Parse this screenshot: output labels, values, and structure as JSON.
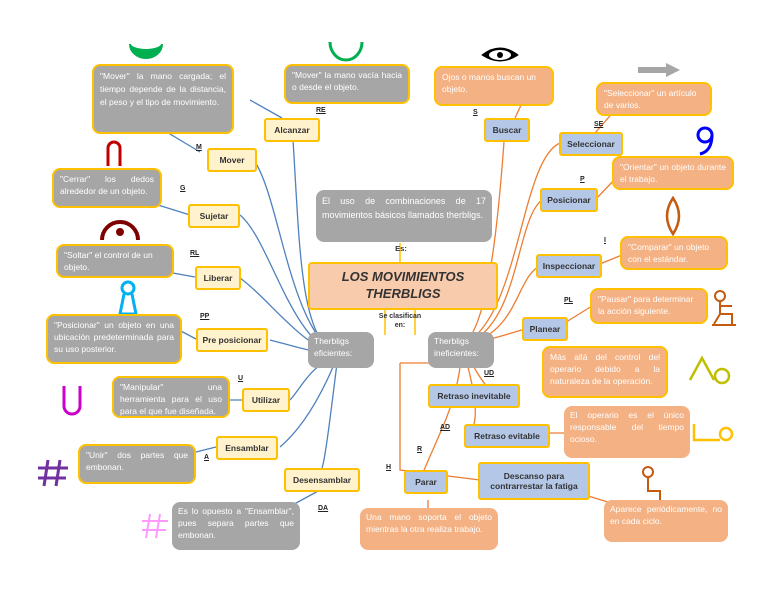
{
  "title": "LOS MOVIMIENTOS THERBLIGS",
  "intro": "El uso de combinaciones de 17 movimientos básicos llamados therbligs.",
  "es_label": "Es:",
  "se_clasifican": "Se clasifican en:",
  "groups": {
    "eficientes": "Therbligs eficientes:",
    "ineficientes": "Therbligs ineficientes:"
  },
  "left": [
    {
      "name": "Alcanzar",
      "code": "RE",
      "desc": "\"Mover\" la mano vacía hacia o desde el objeto.",
      "symbol": "arc-green-icon"
    },
    {
      "name": "Mover",
      "code": "M",
      "desc": "\"Mover\" la mano cargada; el tiempo depende de la distancia, el peso y el tipo de movimiento.",
      "symbol": "cup-green-icon"
    },
    {
      "name": "Sujetar",
      "code": "G",
      "desc": "\"Cerrar\" los dedos alrededor de un objeto.",
      "symbol": "arch-red-icon"
    },
    {
      "name": "Liberar",
      "code": "RL",
      "desc": "\"Soltar\" el control de un objeto.",
      "symbol": "release-dark-icon"
    },
    {
      "name": "Pre posicionar",
      "code": "PP",
      "desc": "\"Posicionar\" un objeto en una ubicación predeterminada para su uso posterior.",
      "symbol": "bowling-pin-icon"
    },
    {
      "name": "Utilizar",
      "code": "U",
      "desc": "\"Manipular\" una herramienta para el uso para el que fue diseñada.",
      "symbol": "u-magenta-icon"
    },
    {
      "name": "Ensamblar",
      "code": "A",
      "desc": "\"Unir\" dos partes que embonan.",
      "symbol": "hash-purple-icon"
    },
    {
      "name": "Desensamblar",
      "code": "DA",
      "desc": "Es lo opuesto a \"Ensamblar\", pues separa partes que embonan.",
      "symbol": "hash-pink-icon"
    }
  ],
  "right": [
    {
      "name": "Buscar",
      "code": "S",
      "desc": "Ojos o manos buscan un objeto.",
      "symbol": "eye-icon"
    },
    {
      "name": "Seleccionar",
      "code": "SE",
      "desc": "\"Seleccionar\" un artículo de varios.",
      "symbol": "arrow-gray-icon"
    },
    {
      "name": "Posicionar",
      "code": "P",
      "desc": "\"Orientar\" un objeto durante el trabajo.",
      "symbol": "nine-blue-icon"
    },
    {
      "name": "Inspeccionar",
      "code": "I",
      "desc": "\"Comparar\" un objeto con el estándar.",
      "symbol": "lens-orange-icon"
    },
    {
      "name": "Planear",
      "code": "PL",
      "desc": "\"Pausar\" para determinar la acción siguiente.",
      "symbol": "thinker-icon"
    },
    {
      "name": "Retraso inevitable",
      "code": "UD",
      "desc": "Más allá del control del operario debido a la naturaleza de la operación.",
      "symbol": "fallen-man-icon"
    },
    {
      "name": "Retraso evitable",
      "code": "AD",
      "desc": "El operario es el único responsable del tiempo ocioso.",
      "symbol": "lying-man-icon"
    },
    {
      "name": "Descanso para contrarrestar la fatiga",
      "code": "R",
      "desc": "Aparece periódicamente, no en cada ciclo.",
      "symbol": "sitting-man-icon"
    },
    {
      "name": "Parar",
      "code": "H",
      "desc": "Una mano soporta el objeto mientras la otra realiza trabajo.",
      "symbol": "magnet-icon"
    }
  ],
  "colors": {
    "line_blue": "#4f81bd",
    "line_orange": "#ed7d31",
    "gold": "#ffc000",
    "gray_box": "#a6a6a6",
    "orange_box": "#f4b183"
  }
}
